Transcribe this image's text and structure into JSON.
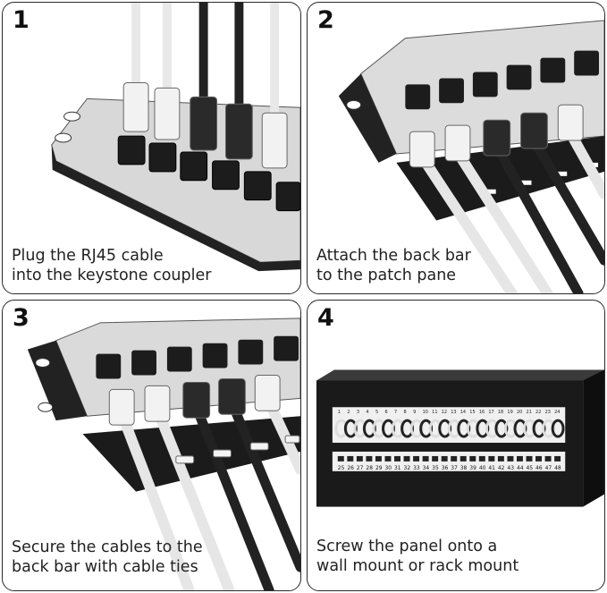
{
  "steps": [
    {
      "number": "1",
      "caption_line1": "Plug the RJ45 cable",
      "caption_line2": "into the keystone coupler"
    },
    {
      "number": "2",
      "caption_line1": "Attach the back bar",
      "caption_line2": "to the patch pane"
    },
    {
      "number": "3",
      "caption_line1": "Secure the cables to the",
      "caption_line2": "back bar with cable ties"
    },
    {
      "number": "4",
      "caption_line1": "Screw the panel onto a",
      "caption_line2": "wall mount or rack mount"
    }
  ],
  "patch_panel_ports_row1": [
    "1",
    "2",
    "3",
    "4",
    "5",
    "6",
    "7",
    "8",
    "9",
    "10",
    "11",
    "12",
    "13",
    "14",
    "15",
    "16",
    "17",
    "18",
    "19",
    "20",
    "21",
    "22",
    "23",
    "24"
  ],
  "patch_panel_ports_row2": [
    "25",
    "26",
    "27",
    "28",
    "29",
    "30",
    "31",
    "32",
    "33",
    "34",
    "35",
    "36",
    "37",
    "38",
    "39",
    "40",
    "41",
    "42",
    "43",
    "44",
    "45",
    "46",
    "47",
    "48"
  ]
}
